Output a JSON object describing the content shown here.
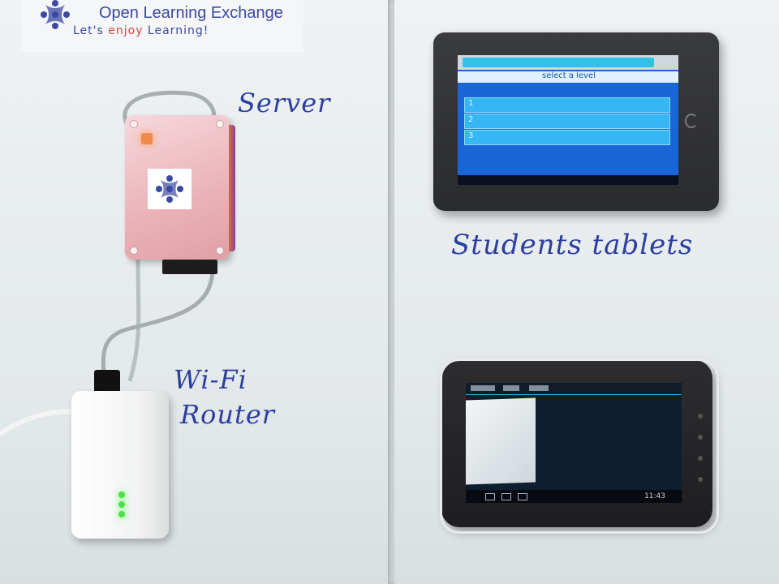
{
  "logo": {
    "title": "Open Learning Exchange",
    "tagline_prefix": "Let's ",
    "tagline_accent": "enjoy",
    "tagline_suffix": " Learning!"
  },
  "labels": {
    "server": "Server",
    "tablets": "Students tablets",
    "wifi": "Wi-Fi",
    "router": "Router"
  },
  "tablet_1": {
    "level_title": "select a level",
    "rows": [
      "1",
      "2",
      "3"
    ]
  },
  "tablet_2": {
    "clock": "11:43"
  },
  "colors": {
    "handwriting": "#2c3ea0",
    "logo_blue": "#3b4aa0",
    "logo_red": "#d6473d",
    "server_case": "#eab2b8",
    "router_led": "#4be04a"
  }
}
